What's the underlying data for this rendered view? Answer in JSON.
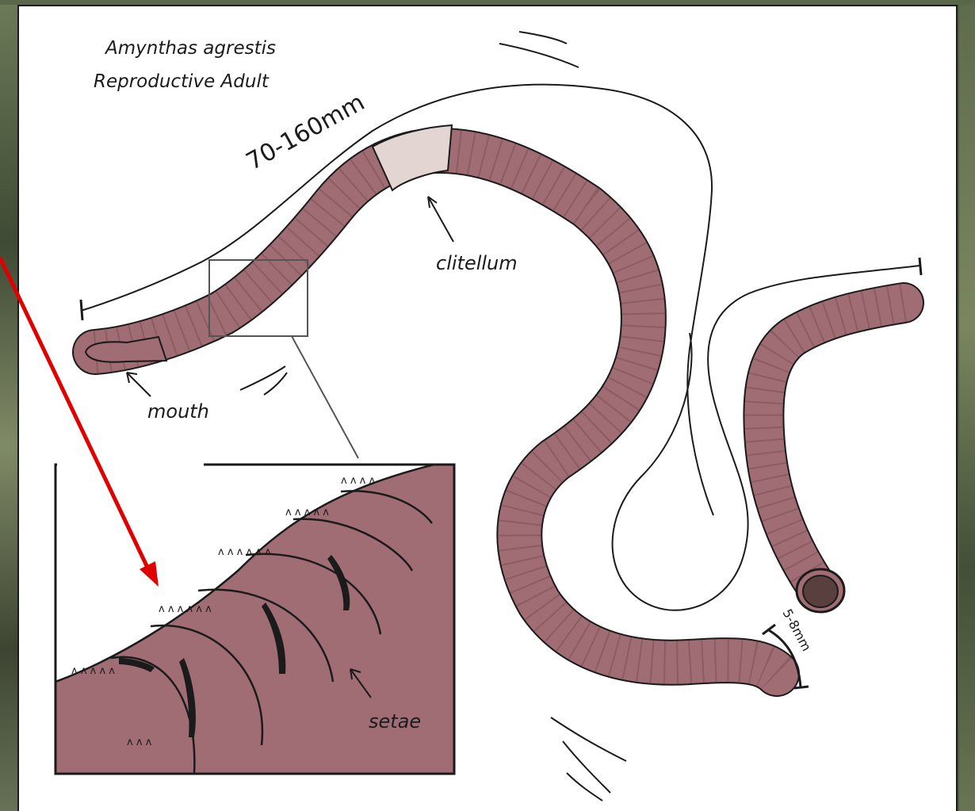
{
  "title": {
    "line1": "Amynthas agrestis",
    "line2": "Reproductive Adult"
  },
  "measurements": {
    "length": "70-160mm",
    "width": "5-8mm"
  },
  "labels": {
    "clitellum": "clitellum",
    "mouth": "mouth",
    "setae": "setae"
  },
  "colors": {
    "body": "#a06d74",
    "clitellum": "#e3d6d2",
    "outline": "#1b1b1b",
    "callout_arrow": "#e00000"
  }
}
